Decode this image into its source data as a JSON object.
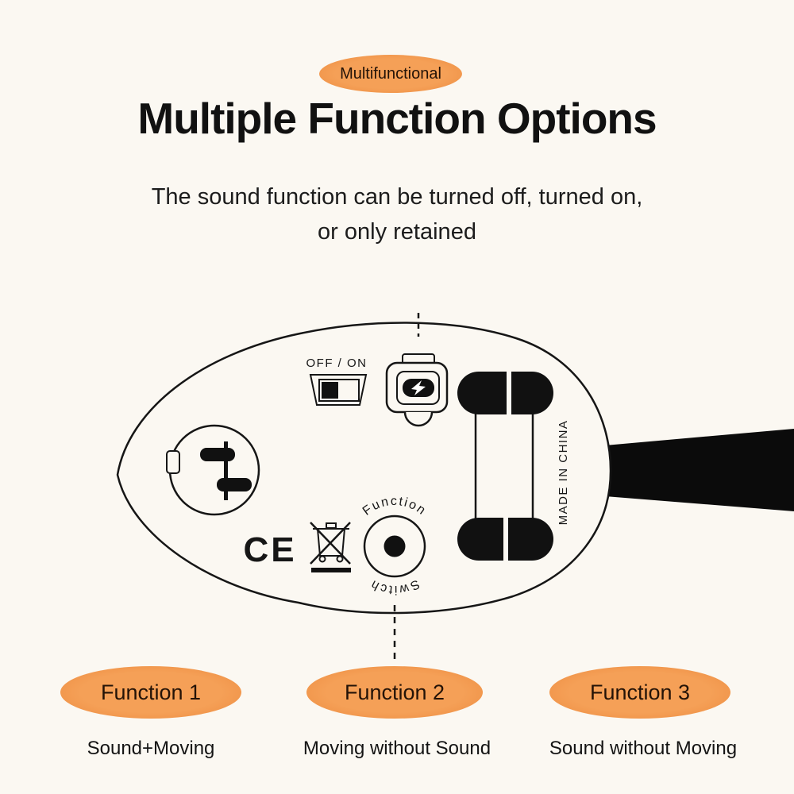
{
  "page": {
    "background_color": "#fbf8f2",
    "accent_orange": "#f0944d",
    "ink_color": "#111111"
  },
  "header": {
    "badge": "Multifunctional",
    "title": "Multiple Function Options",
    "subtitle_line1": "The sound function can be turned off, turned on,",
    "subtitle_line2": "or only retained"
  },
  "diagram": {
    "power_label": "OFF / ON",
    "origin_label": "MADE IN CHINA",
    "ce_label": "CE",
    "dial_top": "Function",
    "dial_bottom": "Switch",
    "icons": [
      "power-switch-icon",
      "charging-port-icon",
      "roller-icon",
      "motor-weight-icon",
      "weee-bin-icon",
      "function-dial-icon"
    ]
  },
  "functions": [
    {
      "badge": "Function 1",
      "description": "Sound+Moving"
    },
    {
      "badge": "Function 2",
      "description": "Moving without Sound"
    },
    {
      "badge": "Function 3",
      "description": "Sound without Moving"
    }
  ]
}
